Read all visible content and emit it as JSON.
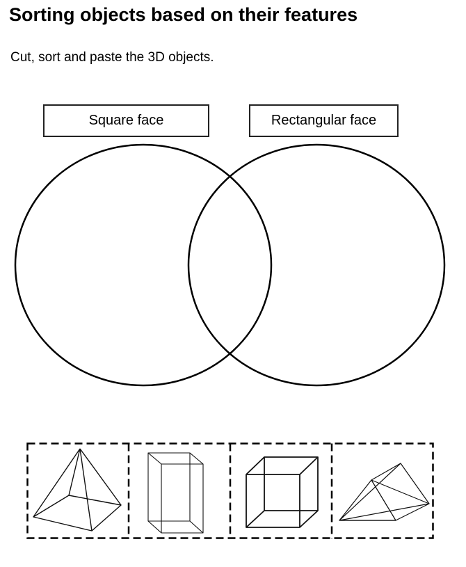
{
  "worksheet": {
    "title": "Sorting objects based on their features",
    "instructions": "Cut, sort and paste the 3D objects."
  },
  "venn": {
    "left_label": "Square face",
    "right_label": "Rectangular face"
  },
  "cutouts": [
    {
      "name": "square-pyramid-icon"
    },
    {
      "name": "rectangular-prism-icon"
    },
    {
      "name": "cube-icon"
    },
    {
      "name": "triangular-prism-icon"
    }
  ]
}
